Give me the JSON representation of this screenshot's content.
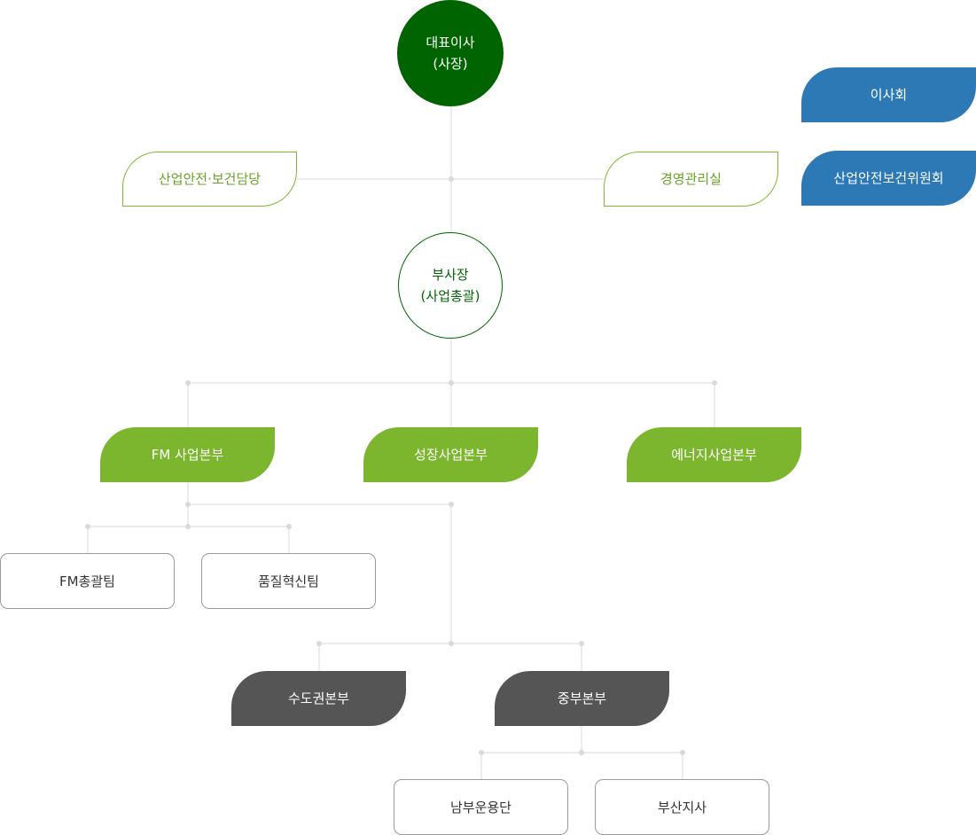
{
  "top": {
    "ceo": {
      "line1": "대표이사",
      "line2": "(사장)"
    },
    "vp": {
      "line1": "부사장",
      "line2": "(사업총괄)"
    }
  },
  "staff": {
    "safety_officer": "산업안전·보건담당",
    "management_office": "경영관리실"
  },
  "committees": {
    "board": "이사회",
    "safety_committee": "산업안전보건위원회"
  },
  "divisions": {
    "fm": "FM 사업본부",
    "growth": "성장사업본부",
    "energy": "에너지사업본부"
  },
  "teams": {
    "fm_general": "FM총괄팀",
    "quality": "품질혁신팀"
  },
  "regions": {
    "capital": "수도권본부",
    "central": "중부본부"
  },
  "branches": {
    "south_ops": "남부운용단",
    "busan": "부산지사"
  },
  "colors": {
    "ceo_fill": "#006400",
    "leaf_green": "#7cb52e",
    "leaf_blue": "#2c79b6",
    "leaf_dark": "#555555",
    "connector": "#d9d9d9"
  }
}
